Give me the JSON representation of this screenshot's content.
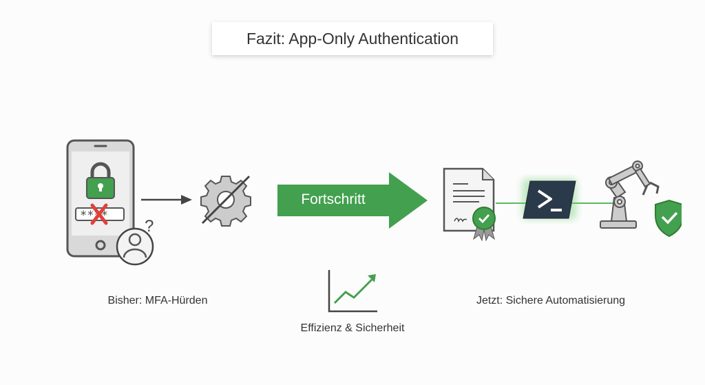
{
  "title": "Fazit: App-Only Authentication",
  "progress_arrow": {
    "label": "Fortschritt",
    "color": "#43a04f"
  },
  "left": {
    "caption": "Bisher: MFA-Hürden",
    "password_mask": "****",
    "icons": [
      "smartphone-icon",
      "padlock-icon",
      "password-field-icon",
      "red-x-icon",
      "user-question-icon",
      "arrow-right-icon",
      "gear-disabled-icon"
    ]
  },
  "center": {
    "caption": "Effizienz & Sicherheit",
    "icons": [
      "trend-up-chart-icon"
    ]
  },
  "right": {
    "caption": "Jetzt: Sichere Automatisierung",
    "icons": [
      "certificate-icon",
      "powershell-terminal-icon",
      "robot-arm-icon",
      "shield-check-icon"
    ]
  },
  "colors": {
    "accent_green": "#43a04f",
    "gray": "#5a5a5a",
    "red": "#e0403a",
    "terminal": "#2b3a4a"
  }
}
